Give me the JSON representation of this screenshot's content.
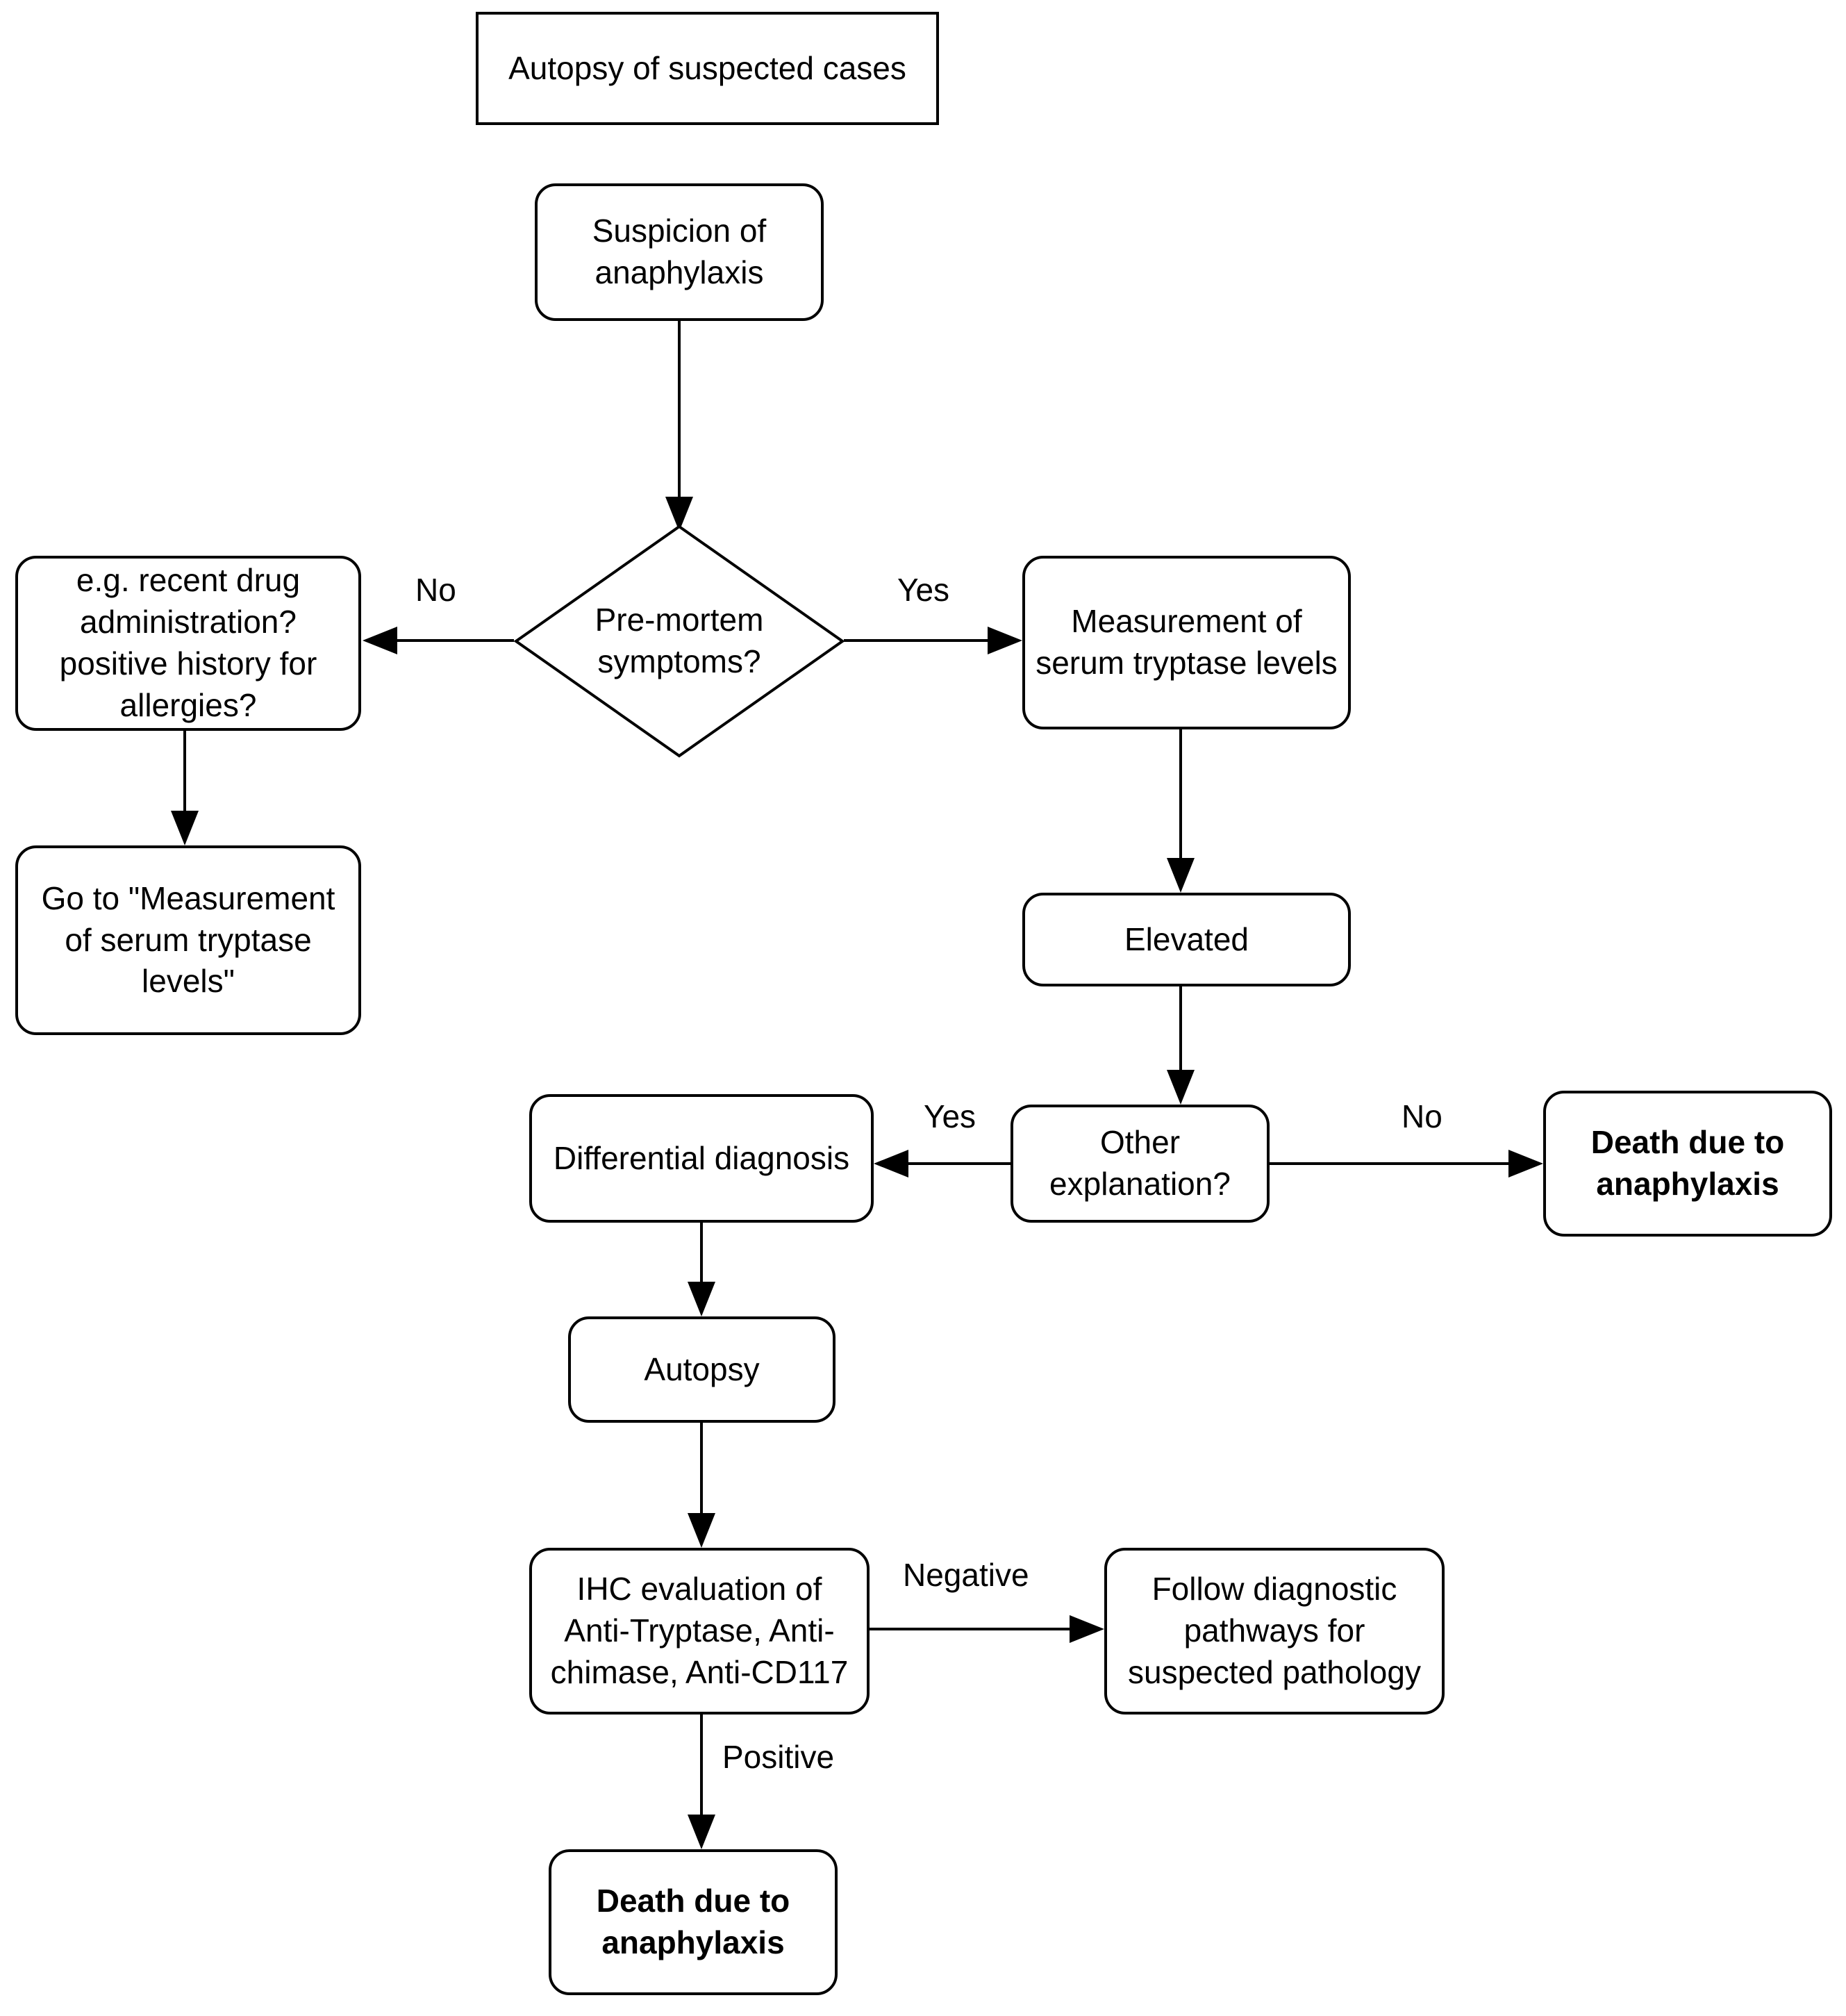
{
  "diagram": {
    "title": "Autopsy of suspected cases",
    "type": "flowchart",
    "orientation": "top-down",
    "colors": {
      "stroke": "#000000",
      "fill": "#ffffff",
      "text": "#000000"
    },
    "nodes": [
      {
        "id": "autopsy-suspected-cases",
        "label": "Autopsy of suspected cases",
        "shape": "rectangle",
        "bold": false
      },
      {
        "id": "suspicion-of-anaphylaxis",
        "label": "Suspicion of\nanaphylaxis",
        "shape": "rounded-rectangle",
        "bold": false
      },
      {
        "id": "pre-mortem-symptoms",
        "label": "Pre-mortem\nsymptoms?",
        "shape": "diamond",
        "bold": false
      },
      {
        "id": "recent-drug-administration",
        "label": "e.g. recent drug\nadministration?\npositive history for\nallergies?",
        "shape": "rounded-rectangle",
        "bold": false
      },
      {
        "id": "go-to-measurement",
        "label": "Go to \"Measurement\nof serum tryptase\nlevels\"",
        "shape": "rounded-rectangle",
        "bold": false
      },
      {
        "id": "measurement-serum-tryptase",
        "label": "Measurement of\nserum tryptase levels",
        "shape": "rounded-rectangle",
        "bold": false
      },
      {
        "id": "elevated",
        "label": "Elevated",
        "shape": "rounded-rectangle",
        "bold": false
      },
      {
        "id": "other-explanation",
        "label": "Other explanation?",
        "shape": "rounded-rectangle",
        "bold": false
      },
      {
        "id": "differential-diagnosis",
        "label": "Differential diagnosis",
        "shape": "rounded-rectangle",
        "bold": false
      },
      {
        "id": "death-due-to-anaphylaxis-right",
        "label": "Death due to\nanaphylaxis",
        "shape": "rounded-rectangle",
        "bold": true
      },
      {
        "id": "autopsy",
        "label": "Autopsy",
        "shape": "rounded-rectangle",
        "bold": false
      },
      {
        "id": "ihc-evaluation",
        "label": "IHC evaluation of\nAnti-Tryptase, Anti-\nchimase, Anti-CD117",
        "shape": "rounded-rectangle",
        "bold": false
      },
      {
        "id": "follow-diagnostic-pathways",
        "label": "Follow diagnostic\npathways for\nsuspected pathology",
        "shape": "rounded-rectangle",
        "bold": false
      },
      {
        "id": "death-due-to-anaphylaxis-bottom",
        "label": "Death due to\nanaphylaxis",
        "shape": "rounded-rectangle",
        "bold": true
      }
    ],
    "edges": [
      {
        "id": "e1",
        "from": "suspicion-of-anaphylaxis",
        "to": "pre-mortem-symptoms",
        "label": ""
      },
      {
        "id": "e2",
        "from": "pre-mortem-symptoms",
        "to": "recent-drug-administration",
        "label": "No"
      },
      {
        "id": "e3",
        "from": "pre-mortem-symptoms",
        "to": "measurement-serum-tryptase",
        "label": "Yes"
      },
      {
        "id": "e4",
        "from": "recent-drug-administration",
        "to": "go-to-measurement",
        "label": ""
      },
      {
        "id": "e5",
        "from": "measurement-serum-tryptase",
        "to": "elevated",
        "label": ""
      },
      {
        "id": "e6",
        "from": "elevated",
        "to": "other-explanation",
        "label": ""
      },
      {
        "id": "e7",
        "from": "other-explanation",
        "to": "differential-diagnosis",
        "label": "Yes"
      },
      {
        "id": "e8",
        "from": "other-explanation",
        "to": "death-due-to-anaphylaxis-right",
        "label": "No"
      },
      {
        "id": "e9",
        "from": "differential-diagnosis",
        "to": "autopsy",
        "label": ""
      },
      {
        "id": "e10",
        "from": "autopsy",
        "to": "ihc-evaluation",
        "label": ""
      },
      {
        "id": "e11",
        "from": "ihc-evaluation",
        "to": "follow-diagnostic-pathways",
        "label": "Negative"
      },
      {
        "id": "e12",
        "from": "ihc-evaluation",
        "to": "death-due-to-anaphylaxis-bottom",
        "label": "Positive"
      }
    ],
    "edge_labels": {
      "no_premortem": "No",
      "yes_premortem": "Yes",
      "yes_other_explanation": "Yes",
      "no_other_explanation": "No",
      "negative_ihc": "Negative",
      "positive_ihc": "Positive"
    }
  }
}
